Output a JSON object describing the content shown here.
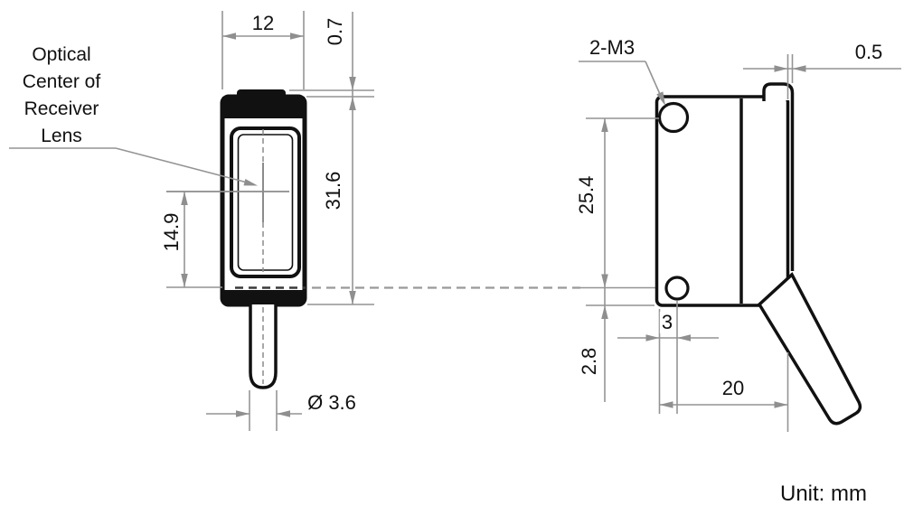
{
  "page": {
    "background": "#ffffff",
    "line_color": "#111111",
    "dimension_color": "#949494",
    "unit_note": "Unit: mm"
  },
  "callouts": {
    "optical_center": {
      "line1": "Optical",
      "line2": "Center of",
      "line3": "Receiver",
      "line4": "Lens"
    },
    "mounting_holes": "2-M3"
  },
  "side_view": {
    "title": "side-view-with-cable",
    "dims": {
      "body_width": "12",
      "lens_step": "0.7",
      "body_height": "31.6",
      "optical_center_height": "14.9",
      "cable_diameter": "Ø 3.6"
    }
  },
  "front_view": {
    "title": "front-view-with-mounting-holes",
    "dims": {
      "hole_pitch": "25.4",
      "lens_protrusion": "0.5",
      "hole_offset_side": "3",
      "hole_offset_bottom": "2.8",
      "body_depth": "20"
    }
  }
}
